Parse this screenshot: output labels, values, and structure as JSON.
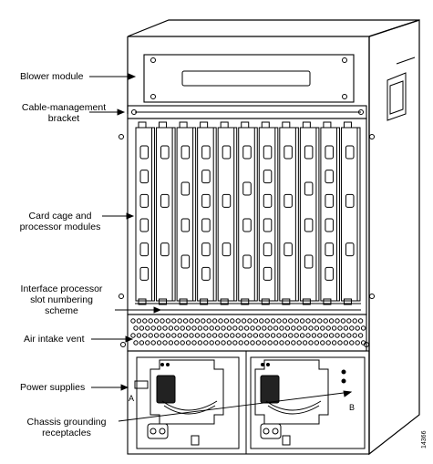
{
  "callouts": {
    "blower_module": "Blower module",
    "cable_bracket_line1": "Cable-management",
    "cable_bracket_line2": "bracket",
    "card_cage_line1": "Card cage and",
    "card_cage_line2": "processor modules",
    "slot_scheme_line1": "Interface processor",
    "slot_scheme_line2": "slot numbering",
    "slot_scheme_line3": "scheme",
    "air_intake": "Air intake vent",
    "power_supplies": "Power supplies",
    "grounding_line1": "Chassis grounding",
    "grounding_line2": "receptacles"
  },
  "power_supply_labels": {
    "left": "A",
    "right": "B"
  },
  "figure_id": "14366",
  "colors": {
    "line": "#000000",
    "background": "#ffffff"
  }
}
